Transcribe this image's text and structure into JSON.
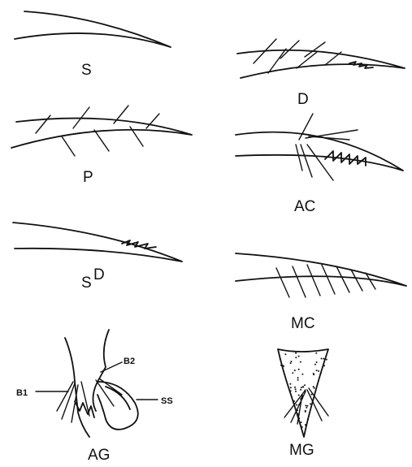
{
  "panels": {
    "S": {
      "label": "S"
    },
    "D": {
      "label": "D"
    },
    "P": {
      "label": "P"
    },
    "AC": {
      "label": "AC"
    },
    "SD": {
      "label": "S",
      "superscript": "D"
    },
    "MC": {
      "label": "MC"
    },
    "AG": {
      "label": "AG",
      "callouts": {
        "b1": "B1",
        "b2": "B2",
        "ss": "SS"
      }
    },
    "MG": {
      "label": "MG"
    }
  }
}
